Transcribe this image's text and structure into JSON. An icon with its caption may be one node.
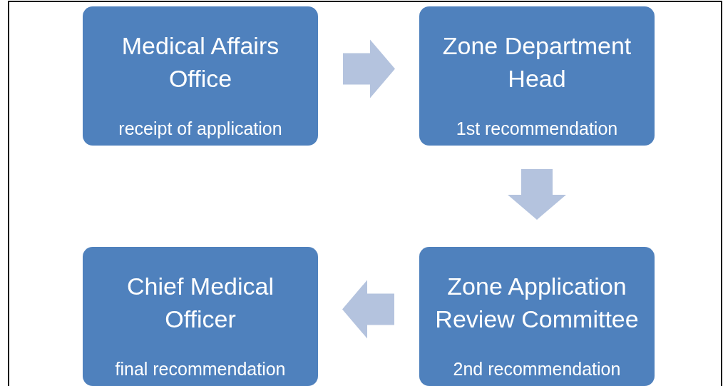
{
  "diagram": {
    "nodes": [
      {
        "text": [
          "Medical Affairs Office",
          "receipt of application"
        ]
      },
      {
        "text": [
          "Zone Department Head",
          "1st recommendation"
        ]
      },
      {
        "text": [
          "Zone Application Review Committee",
          "2nd recommendation"
        ]
      },
      {
        "text": [
          "Chief Medical Officer",
          "final recommendation"
        ]
      }
    ],
    "edges": [
      {
        "from": 0,
        "to": 1,
        "arrow": "to"
      },
      {
        "from": 1,
        "to": 2,
        "arrow": "to"
      },
      {
        "from": 2,
        "to": 3,
        "arrow": "to"
      }
    ]
  }
}
